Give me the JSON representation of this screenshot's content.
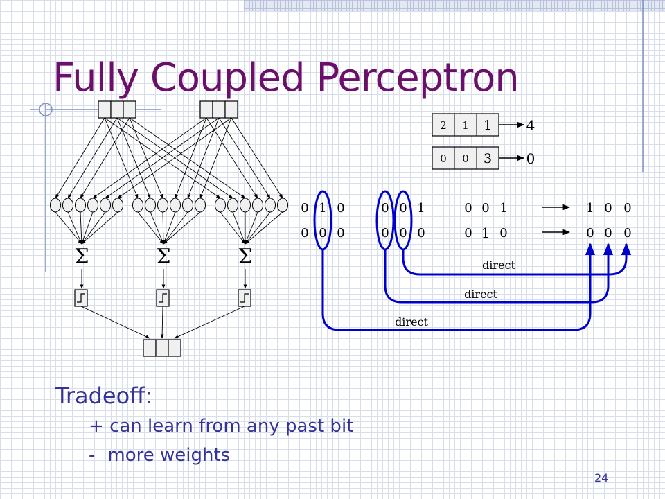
{
  "slide": {
    "title": "Fully Coupled Perceptron",
    "tradeoff_heading": "Tradeoff:",
    "bullets": [
      {
        "marker": "+",
        "text": "can learn from any past bit"
      },
      {
        "marker": "-",
        "text": "more weights"
      }
    ],
    "page_number": "24"
  },
  "diagram": {
    "sum_symbol": "Σ",
    "example_rows": [
      {
        "cells": [
          "2",
          "1",
          "1"
        ],
        "output": "4"
      },
      {
        "cells": [
          "0",
          "0",
          "3"
        ],
        "output": "0"
      }
    ],
    "bit_rows": [
      {
        "groups": [
          [
            "0",
            "1",
            "0"
          ],
          [
            "0",
            "0",
            "1"
          ],
          [
            "0",
            "0",
            "1"
          ],
          [
            "1",
            "0",
            "0"
          ]
        ]
      },
      {
        "groups": [
          [
            "0",
            "0",
            "0"
          ],
          [
            "0",
            "0",
            "0"
          ],
          [
            "0",
            "1",
            "0"
          ],
          [
            "0",
            "0",
            "0"
          ]
        ]
      }
    ],
    "link_label": "direct",
    "colors": {
      "link": "#0000cc",
      "title": "#6b0f6b",
      "text": "#333399"
    }
  }
}
